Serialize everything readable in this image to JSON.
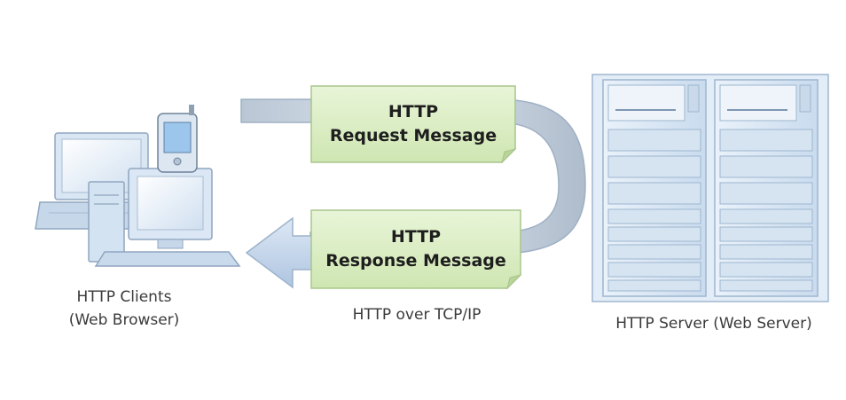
{
  "request": {
    "line1": "HTTP",
    "line2": "Request Message"
  },
  "response": {
    "line1": "HTTP",
    "line2": "Response Message"
  },
  "captions": {
    "clients_line1": "HTTP Clients",
    "clients_line2": "(Web Browser)",
    "transport": "HTTP over TCP/IP",
    "server": "HTTP Server  (Web Server)"
  },
  "colors": {
    "note_fill": "#d9eec0",
    "note_border": "#a8c58c",
    "band": "#c7d3e0",
    "band_edge": "#9fb0c4",
    "arrow": "#c4d6ec",
    "rack": "#d6e4f2",
    "rack_border": "#9eb6cf"
  }
}
